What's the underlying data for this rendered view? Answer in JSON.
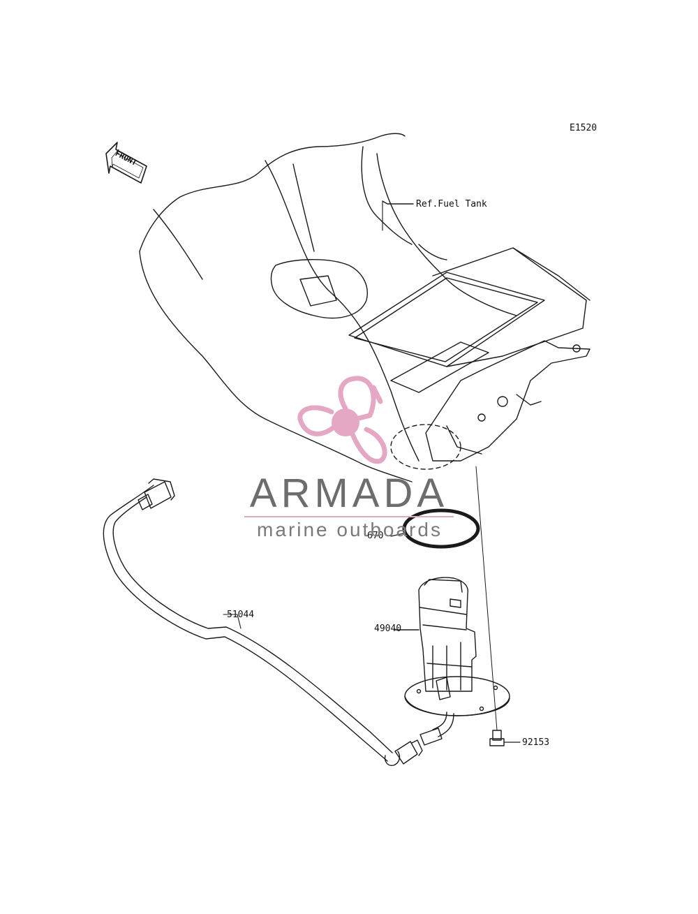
{
  "diagram_code": "E1520",
  "front_label": "FRONT",
  "reference_label": "Ref.Fuel Tank",
  "parts": [
    {
      "id": "o-ring",
      "number": "670"
    },
    {
      "id": "fuel-pump",
      "number": "49040"
    },
    {
      "id": "fuel-hose",
      "number": "51044"
    },
    {
      "id": "bolt",
      "number": "92153"
    }
  ],
  "watermark": {
    "title": "ARMADA",
    "subtitle": "marine outboards"
  },
  "colors": {
    "line": "#1a1a1a",
    "watermark_pink": "#e4a8c4",
    "watermark_gray": "#6d6d6d",
    "background": "#ffffff"
  }
}
